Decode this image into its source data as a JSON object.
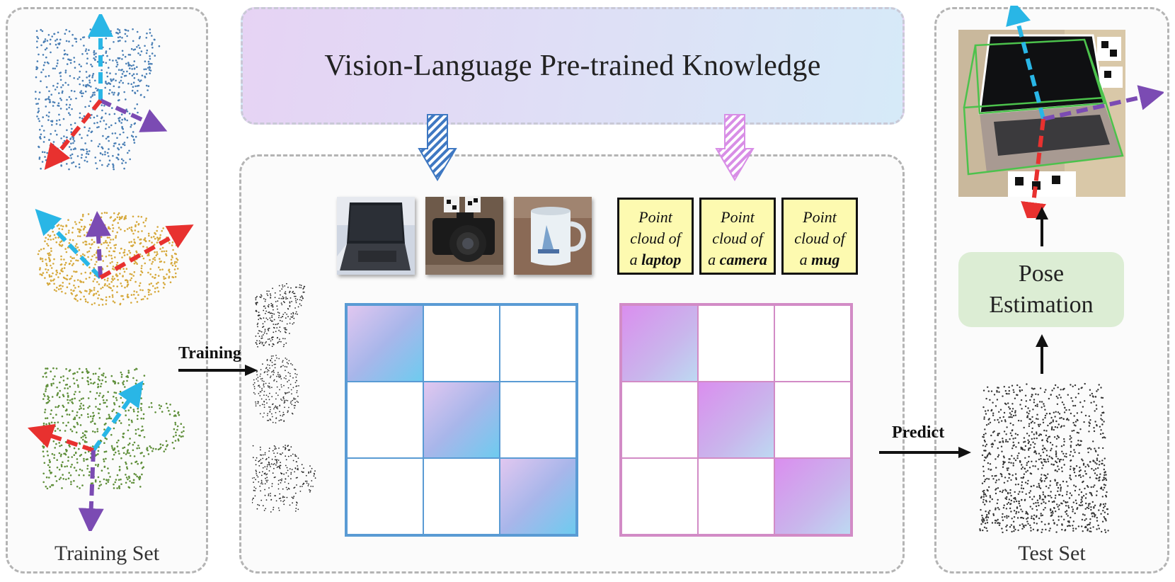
{
  "banner": {
    "title": "Vision-Language Pre-trained Knowledge"
  },
  "panels": {
    "training_set_label": "Training Set",
    "test_set_label": "Test Set"
  },
  "arrows": {
    "training_label": "Training",
    "predict_label": "Predict"
  },
  "text_prompts": [
    {
      "line1": "Point",
      "line2": "cloud of",
      "article": "a",
      "object": "laptop"
    },
    {
      "line1": "Point",
      "line2": "cloud of",
      "article": "a",
      "object": "camera"
    },
    {
      "line1": "Point",
      "line2": "cloud of",
      "article": "a",
      "object": "mug"
    }
  ],
  "pose": {
    "line1": "Pose",
    "line2": "Estimation"
  },
  "colors": {
    "axis_cyan": "#29b6e6",
    "axis_purple": "#7b4bb3",
    "axis_red": "#e8312f",
    "cloud_blue": "#4a7fb5",
    "cloud_gold": "#d6a93c",
    "cloud_green": "#5f8f3a",
    "grid_blue": "#5a9bd4",
    "grid_pink": "#d28bc6",
    "prompt_yellow": "#fdfab0",
    "pose_green": "#dcedd4"
  }
}
